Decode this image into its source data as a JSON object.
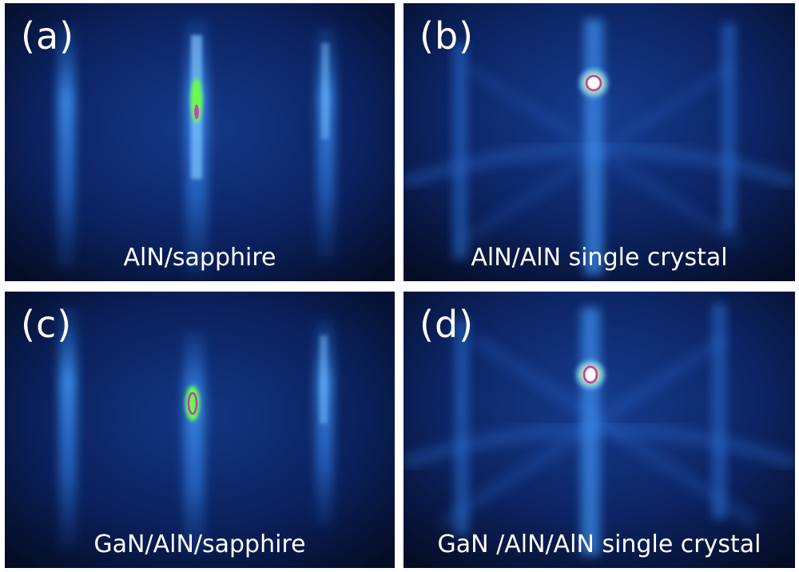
{
  "panels": [
    {
      "letter": "(a)",
      "caption": "AlN/sapphire"
    },
    {
      "letter": "(b)",
      "caption": "AlN/AlN single crystal"
    },
    {
      "letter": "(c)",
      "caption": "GaN/AlN/sapphire"
    },
    {
      "letter": "(d)",
      "caption": "GaN /AlN/AlN single crystal"
    }
  ],
  "colors": {
    "background": "#06112e",
    "streak": "#2f7fe0",
    "streak_core": "#7fc4ff",
    "hotspot": "#66ff44",
    "peak": "#cc33cc",
    "text": "#ffffff"
  }
}
